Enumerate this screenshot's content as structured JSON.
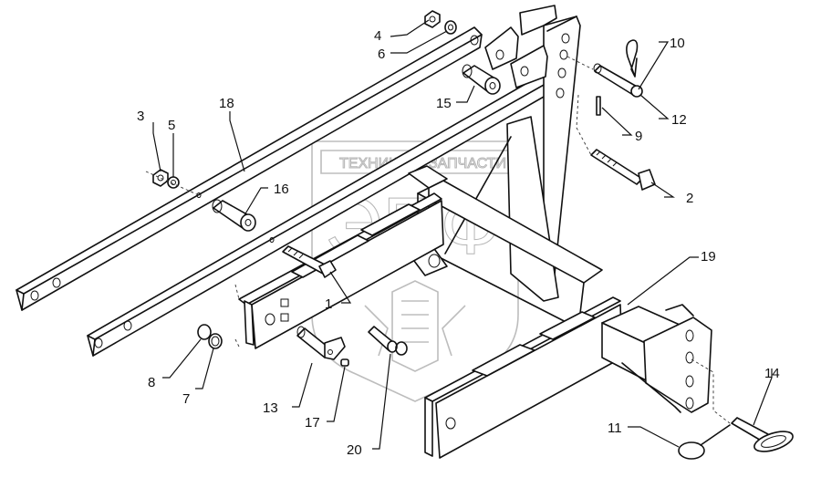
{
  "diagram": {
    "type": "exploded-parts-view",
    "watermark": {
      "top_text_left": "ТЕХНИКА",
      "top_text_right": "ЗАПЧАСТИ",
      "emblem": "gear-icon",
      "big_letters": "ЭПФ"
    },
    "callouts": [
      {
        "id": "1",
        "label": "1",
        "part": "bolt"
      },
      {
        "id": "2",
        "label": "2",
        "part": "bolt"
      },
      {
        "id": "3",
        "label": "3",
        "part": "nut"
      },
      {
        "id": "4",
        "label": "4",
        "part": "nut"
      },
      {
        "id": "5",
        "label": "5",
        "part": "washer"
      },
      {
        "id": "6",
        "label": "6",
        "part": "washer"
      },
      {
        "id": "7",
        "label": "7",
        "part": "washer"
      },
      {
        "id": "8",
        "label": "8",
        "part": "retaining-ring"
      },
      {
        "id": "9",
        "label": "9",
        "part": "spring-pin"
      },
      {
        "id": "10",
        "label": "10",
        "part": "hair-pin-clip"
      },
      {
        "id": "11",
        "label": "11",
        "part": "lynch-pin-with-ring"
      },
      {
        "id": "12",
        "label": "12",
        "part": "pin"
      },
      {
        "id": "13",
        "label": "13",
        "part": "pin-with-lug"
      },
      {
        "id": "14",
        "label": "14",
        "part": "quick-release-pin"
      },
      {
        "id": "15",
        "label": "15",
        "part": "bushing"
      },
      {
        "id": "16",
        "label": "16",
        "part": "bushing"
      },
      {
        "id": "17",
        "label": "17",
        "part": "grease-fitting"
      },
      {
        "id": "18",
        "label": "18",
        "part": "link-bar"
      },
      {
        "id": "19",
        "label": "19",
        "part": "tube-bracket"
      },
      {
        "id": "20",
        "label": "20",
        "part": "sleeve-with-ring"
      }
    ]
  }
}
